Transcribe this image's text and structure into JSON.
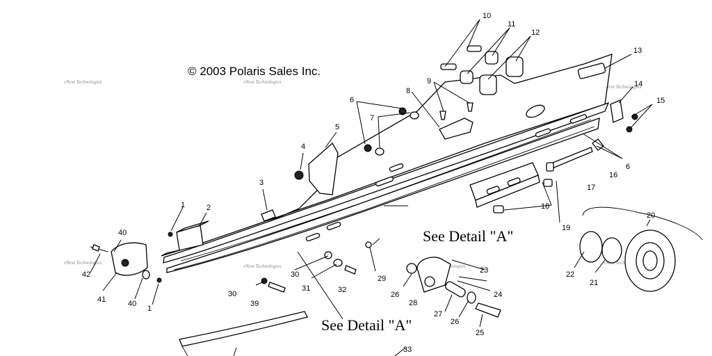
{
  "copyright": "© 2003 Polaris Sales Inc.",
  "detail_labels": [
    "See Detail \"A\"",
    "See Detail \"A\""
  ],
  "watermark": "vNext Technologies",
  "callouts": [
    "10",
    "11",
    "12",
    "13",
    "14",
    "15",
    "6",
    "16",
    "17",
    "18",
    "19",
    "20",
    "21",
    "22",
    "7",
    "8",
    "9",
    "5",
    "4",
    "3",
    "2",
    "1",
    "40",
    "42",
    "41",
    "40",
    "1",
    "30",
    "31",
    "32",
    "39",
    "30",
    "29",
    "26",
    "28",
    "23",
    "24",
    "27",
    "26",
    "25",
    "33"
  ]
}
